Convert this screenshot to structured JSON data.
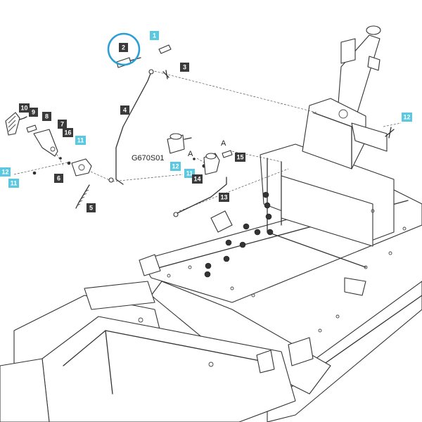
{
  "callouts": {
    "c1": {
      "text": "1",
      "color": "#5bc8e0"
    },
    "c2": {
      "text": "2",
      "color": "#3a3a3a"
    },
    "c3": {
      "text": "3",
      "color": "#3a3a3a"
    },
    "c4": {
      "text": "4",
      "color": "#3a3a3a"
    },
    "c5": {
      "text": "5",
      "color": "#3a3a3a"
    },
    "c6": {
      "text": "6",
      "color": "#3a3a3a"
    },
    "c7": {
      "text": "7",
      "color": "#3a3a3a"
    },
    "c8": {
      "text": "8",
      "color": "#3a3a3a"
    },
    "c9": {
      "text": "9",
      "color": "#3a3a3a"
    },
    "c10": {
      "text": "10",
      "color": "#3a3a3a"
    },
    "c11a": {
      "text": "11",
      "color": "#5bc8e0"
    },
    "c11b": {
      "text": "11",
      "color": "#5bc8e0"
    },
    "c11c": {
      "text": "11",
      "color": "#5bc8e0"
    },
    "c12a": {
      "text": "12",
      "color": "#5bc8e0"
    },
    "c12b": {
      "text": "12",
      "color": "#5bc8e0"
    },
    "c12c": {
      "text": "12",
      "color": "#5bc8e0"
    },
    "c13": {
      "text": "13",
      "color": "#3a3a3a"
    },
    "c14": {
      "text": "14",
      "color": "#3a3a3a"
    },
    "c15": {
      "text": "15",
      "color": "#3a3a3a"
    },
    "c16": {
      "text": "16",
      "color": "#3a3a3a"
    }
  },
  "labels": {
    "ref_code": "G670S01",
    "ref_a1": "A",
    "ref_a2": "A"
  },
  "highlight_color": "#2a9fd6"
}
